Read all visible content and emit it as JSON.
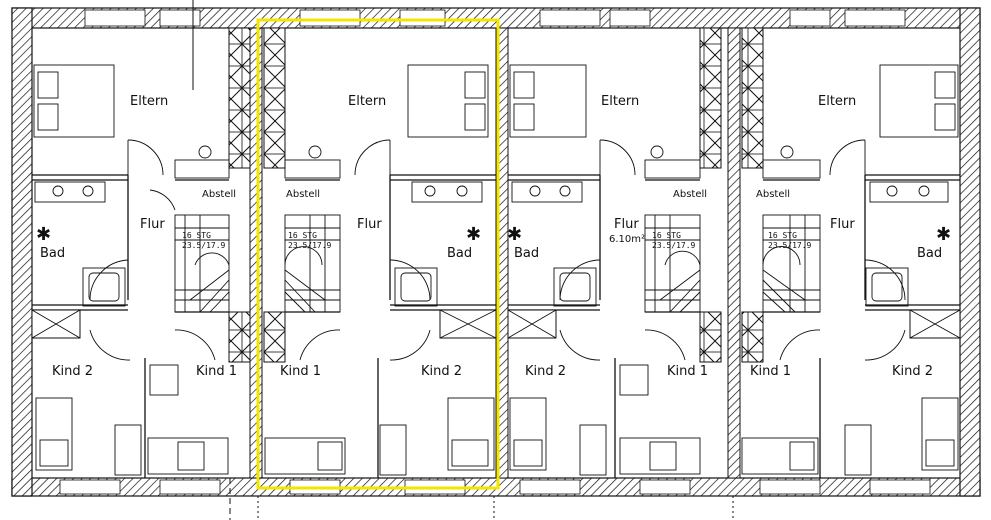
{
  "highlight_color": "#f2e600",
  "units": [
    {
      "eltern": "Eltern",
      "abstell": "Abstell",
      "flur": "Flur",
      "flur_area": "",
      "bad": "Bad",
      "kind_a": "Kind 2",
      "kind_b": "Kind 1",
      "stair_a": "16 STG",
      "stair_b": "23.5/17.9"
    },
    {
      "eltern": "Eltern",
      "abstell": "Abstell",
      "flur": "Flur",
      "flur_area": "",
      "bad": "Bad",
      "kind_a": "Kind 1",
      "kind_b": "Kind 2",
      "stair_a": "16 STG",
      "stair_b": "23.5/17.9"
    },
    {
      "eltern": "Eltern",
      "abstell": "Abstell",
      "flur": "Flur",
      "flur_area": "6.10m²",
      "bad": "Bad",
      "kind_a": "Kind 2",
      "kind_b": "Kind 1",
      "stair_a": "16 STG",
      "stair_b": "23.5/17.9"
    },
    {
      "eltern": "Eltern",
      "abstell": "Abstell",
      "flur": "Flur",
      "flur_area": "",
      "bad": "Bad",
      "kind_a": "Kind 1",
      "kind_b": "Kind 2",
      "stair_a": "16 STG",
      "stair_b": "23.5/17.9"
    }
  ]
}
